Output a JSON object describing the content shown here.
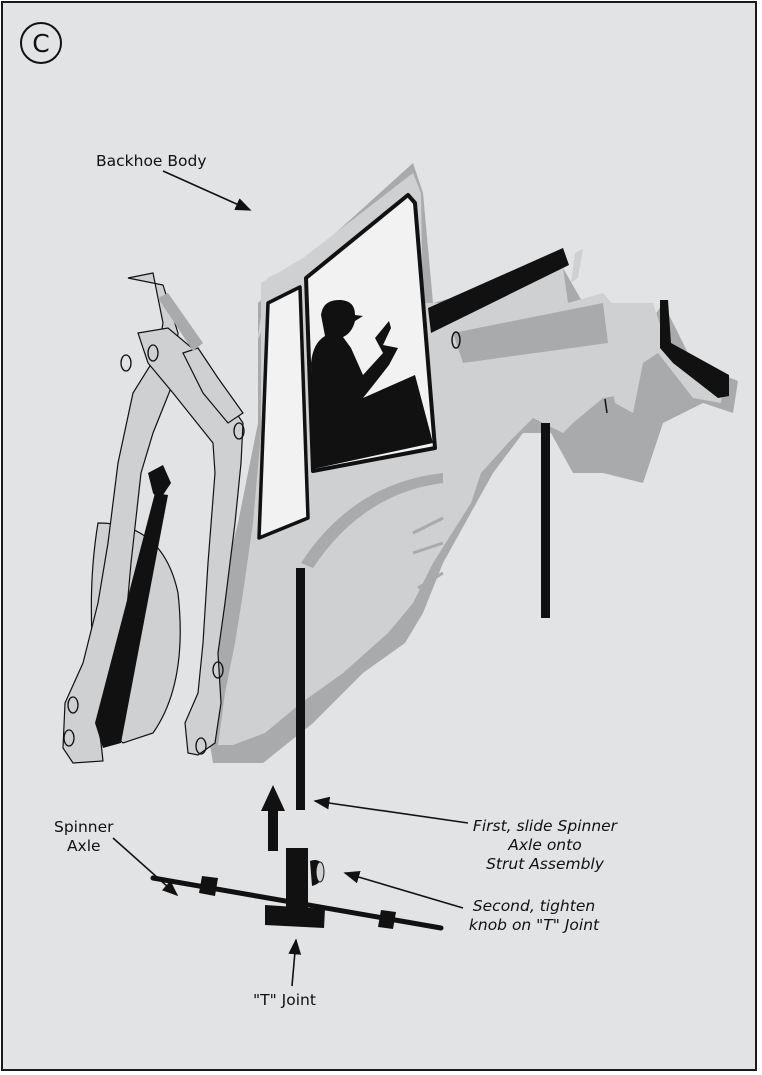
{
  "panel": {
    "letter": "C"
  },
  "labels": {
    "backhoe_body": "Backhoe Body",
    "spinner_axle_line1": "Spinner",
    "spinner_axle_line2": "Axle",
    "t_joint": "\"T\" Joint"
  },
  "steps": {
    "first_line1": "First, slide Spinner",
    "first_line2": "Axle onto",
    "first_line3": "Strut Assembly",
    "second_line1": "Second, tighten",
    "second_line2": "knob on \"T\" Joint"
  },
  "colors": {
    "background": "#e2e3e4",
    "body_light": "#cfd0d2",
    "body_shadow": "#a9aaac",
    "ink": "#111111"
  },
  "icons": [
    "up-arrow-icon",
    "callout-arrow-icon"
  ]
}
